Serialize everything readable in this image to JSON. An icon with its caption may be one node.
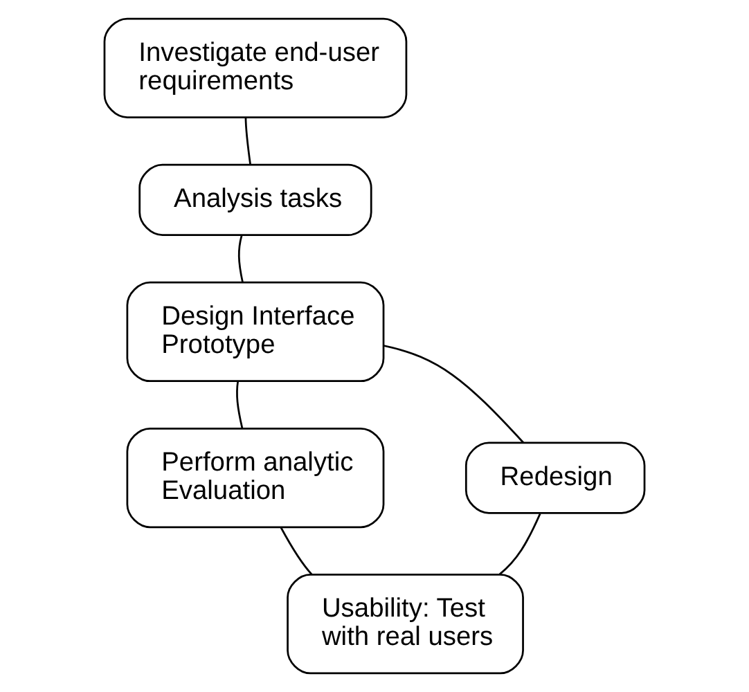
{
  "diagram": {
    "nodes": [
      {
        "text": [
          "Investigate end-user requirements"
        ]
      },
      {
        "text": [
          "Analysis tasks"
        ]
      },
      {
        "text": [
          "Design Interface Prototype"
        ]
      },
      {
        "text": [
          "Perform analytic Evaluation"
        ]
      },
      {
        "text": [
          "Usability: Test with real users"
        ]
      },
      {
        "text": [
          "Redesign"
        ]
      }
    ],
    "edges": [
      {
        "from": 0,
        "to": 1,
        "arrow": "none"
      },
      {
        "from": 1,
        "to": 2,
        "arrow": "none"
      },
      {
        "from": 2,
        "to": 3,
        "arrow": "none"
      },
      {
        "from": 3,
        "to": 4,
        "arrow": "none"
      },
      {
        "from": 4,
        "to": 5,
        "arrow": "none"
      },
      {
        "from": 5,
        "to": 2,
        "arrow": "none"
      }
    ]
  }
}
